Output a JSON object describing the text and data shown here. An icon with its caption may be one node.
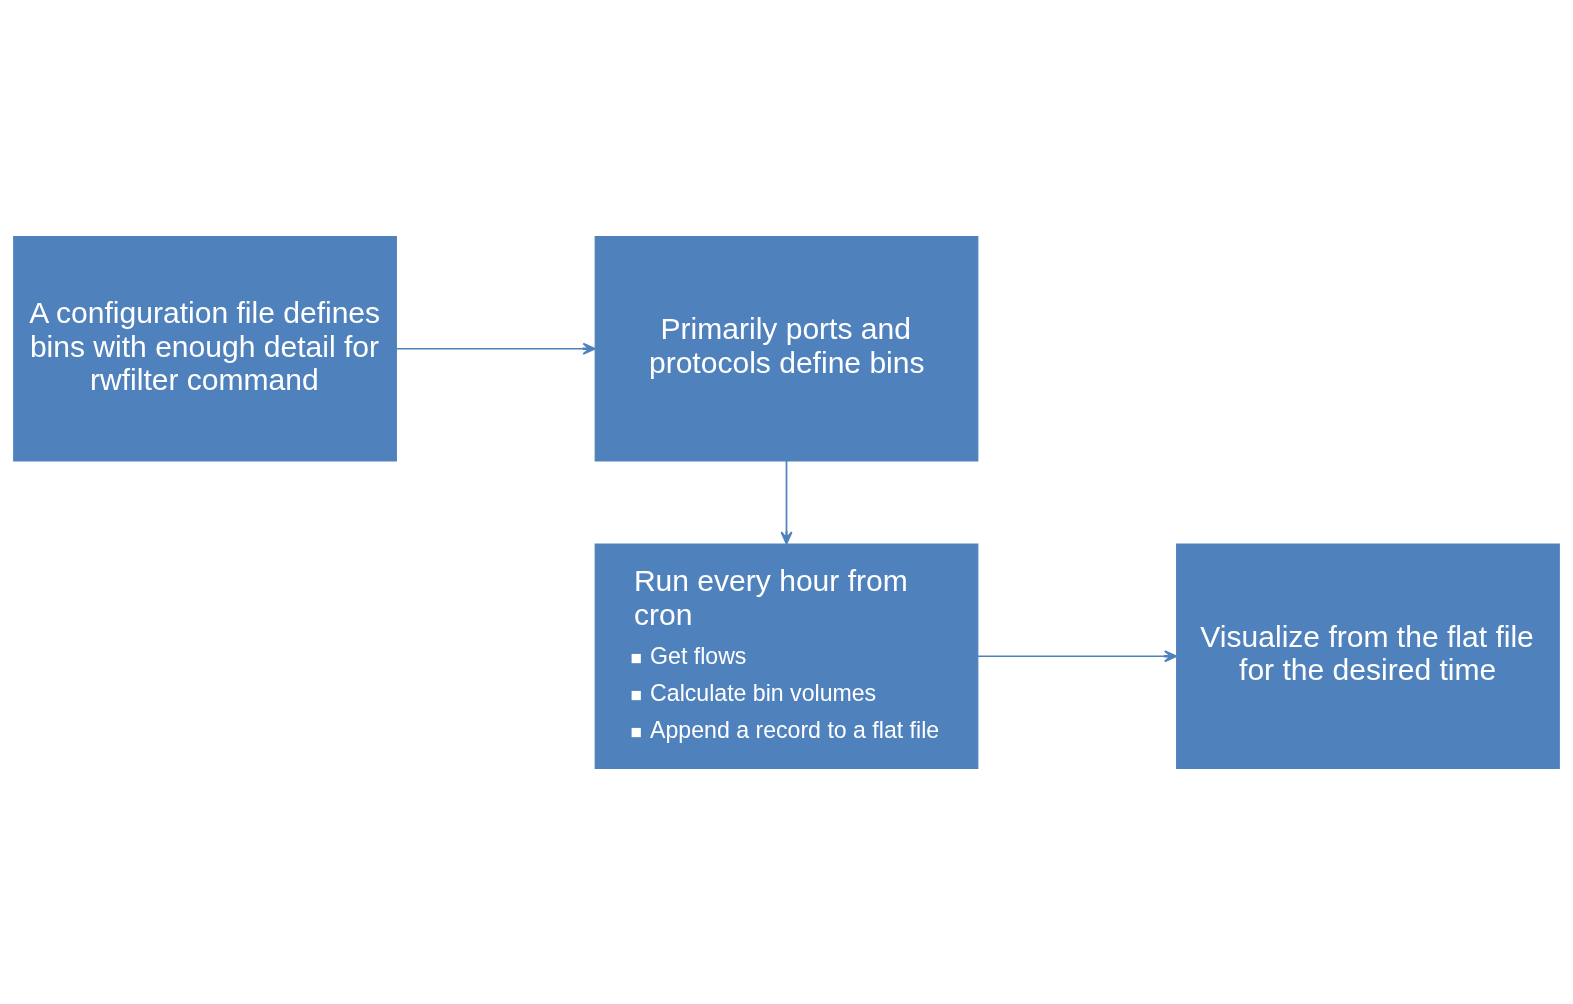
{
  "diagram": {
    "nodes": [
      {
        "text": [
          "A configuration file defines bins with enough detail for rwfilter command"
        ]
      },
      {
        "text": [
          "Primarily ports and protocols define bins"
        ]
      },
      {
        "text": [
          "Run every hour from cron",
          "Get flows",
          "Calculate bin volumes",
          "Append a record to a flat file"
        ]
      },
      {
        "text": [
          "Visualize from the flat file for the desired time"
        ]
      }
    ],
    "edges": [
      {
        "from": 0,
        "to": 1,
        "arrow": "to"
      },
      {
        "from": 1,
        "to": 2,
        "arrow": "to"
      },
      {
        "from": 2,
        "to": 3,
        "arrow": "to"
      }
    ]
  }
}
